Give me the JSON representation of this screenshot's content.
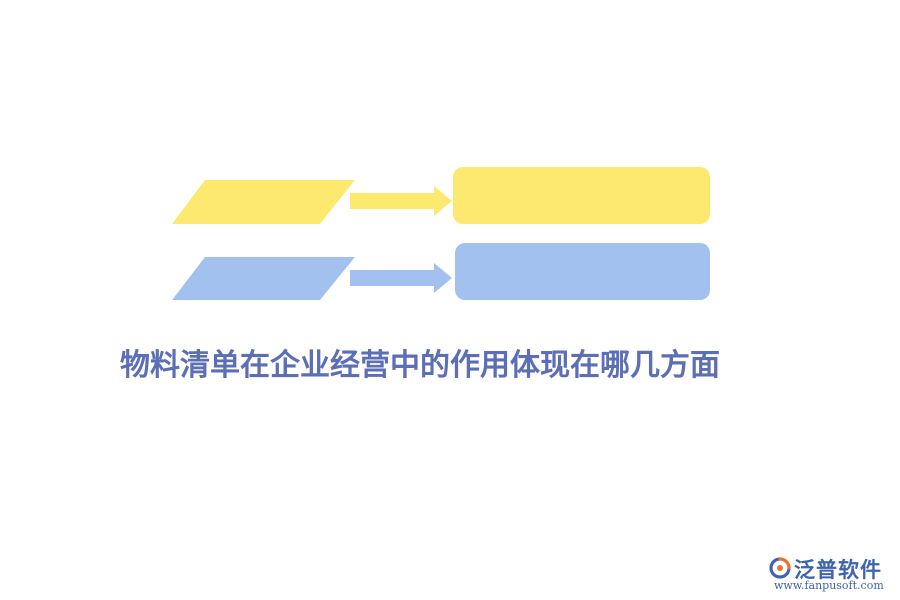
{
  "title": "物料清单在企业经营中的作用体现在哪几方面",
  "colors": {
    "yellow": "#fde870",
    "blue": "#a3c1ef",
    "title": "#5b6eb6",
    "logo_blue": "#3f63ad",
    "logo_orange": "#e8742a"
  },
  "rows": [
    {
      "color_key": "yellow",
      "text": ""
    },
    {
      "color_key": "blue",
      "text": ""
    }
  ],
  "logo": {
    "name": "泛普软件",
    "url": "www.fanpusoft.com",
    "icon": "fanpu-logo-icon"
  }
}
